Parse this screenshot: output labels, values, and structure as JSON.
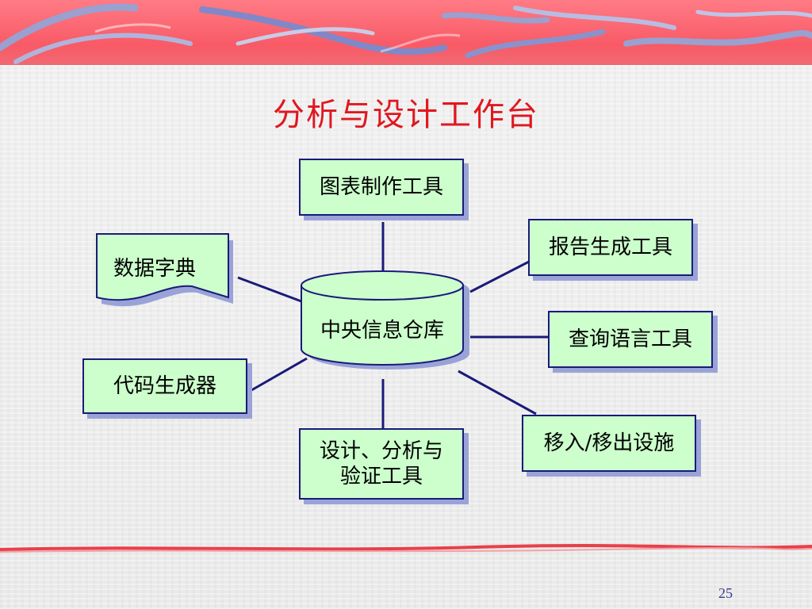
{
  "slide": {
    "title": "分析与设计工作台",
    "page_number": "25"
  },
  "diagram": {
    "center": "中央信息仓库",
    "nodes": {
      "chart_tools": "图表制作工具",
      "report_tools": "报告生成工具",
      "data_dictionary": "数据字典",
      "query_tools": "查询语言工具",
      "code_generator": "代码生成器",
      "migration": "移入/移出设施",
      "design_tools_line1": "设计、分析与",
      "design_tools_line2": "验证工具"
    }
  },
  "colors": {
    "title": "#e0171f",
    "box_fill": "#ccffcc",
    "box_border": "#1a1a7a",
    "box_shadow": "#9aa3d8",
    "connector": "#1a1a7a",
    "banner": "#f85a66"
  }
}
